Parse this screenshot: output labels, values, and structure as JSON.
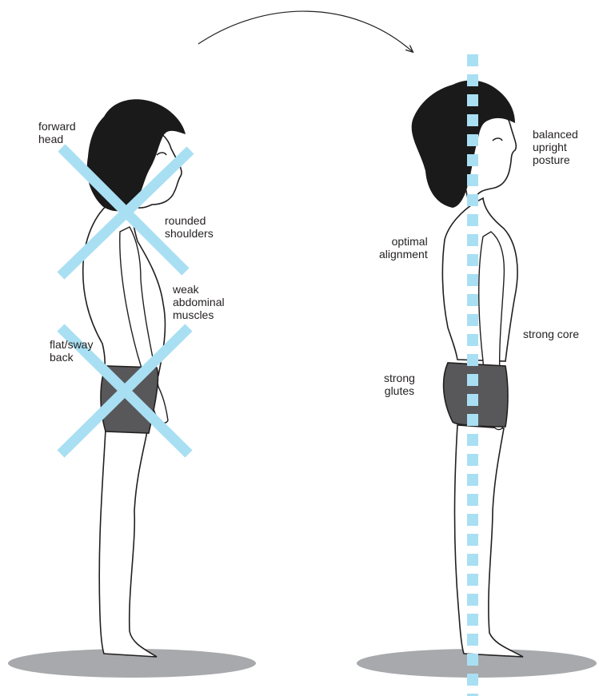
{
  "colors": {
    "marker": "#a9dff2",
    "shadow": "#a7a9ac",
    "outline": "#231f20",
    "hair": "#1a1a1a",
    "shorts": "#58585a",
    "skin": "#ffffff"
  },
  "icons": {
    "transition": "curved-arrow-icon",
    "bad": "cross-out-icon",
    "good": "plumb-line-icon"
  },
  "left_figure": {
    "labels": {
      "forward_head": "forward\nhead",
      "rounded_shoulders": "rounded\nshoulders",
      "weak_abs": "weak\nabdominal\nmuscles",
      "flat_back": "flat/sway\nback"
    }
  },
  "right_figure": {
    "labels": {
      "balanced": "balanced\nupright\nposture",
      "optimal": "optimal\nalignment",
      "strong_core": "strong core",
      "strong_glutes": "strong\nglutes"
    }
  }
}
